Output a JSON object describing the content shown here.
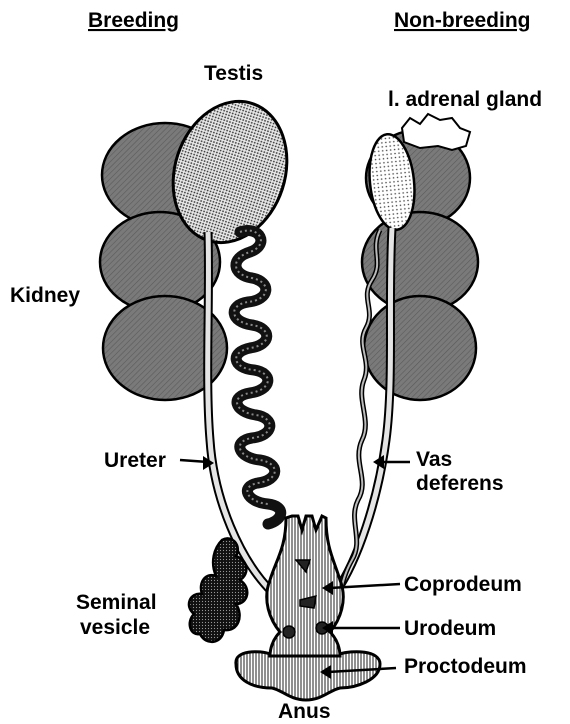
{
  "headings": {
    "left": "Breeding",
    "right": "Non-breeding"
  },
  "labels": {
    "testis": "Testis",
    "adrenal": "l. adrenal gland",
    "kidney": "Kidney",
    "ureter": "Ureter",
    "vas_line1": "Vas",
    "vas_line2": "deferens",
    "seminal_line1": "Seminal",
    "seminal_line2": "vesicle",
    "coprodeum": "Coprodeum",
    "urodeum": "Urodeum",
    "proctodeum": "Proctodeum",
    "anus": "Anus"
  },
  "colors": {
    "kidney": "#8c8c8c",
    "testis": "#b0b0b0",
    "vas_deferens_breeding": "#2e2e2e",
    "ureter": "#d8d8d8",
    "cloaca": "#c8c8c8"
  }
}
